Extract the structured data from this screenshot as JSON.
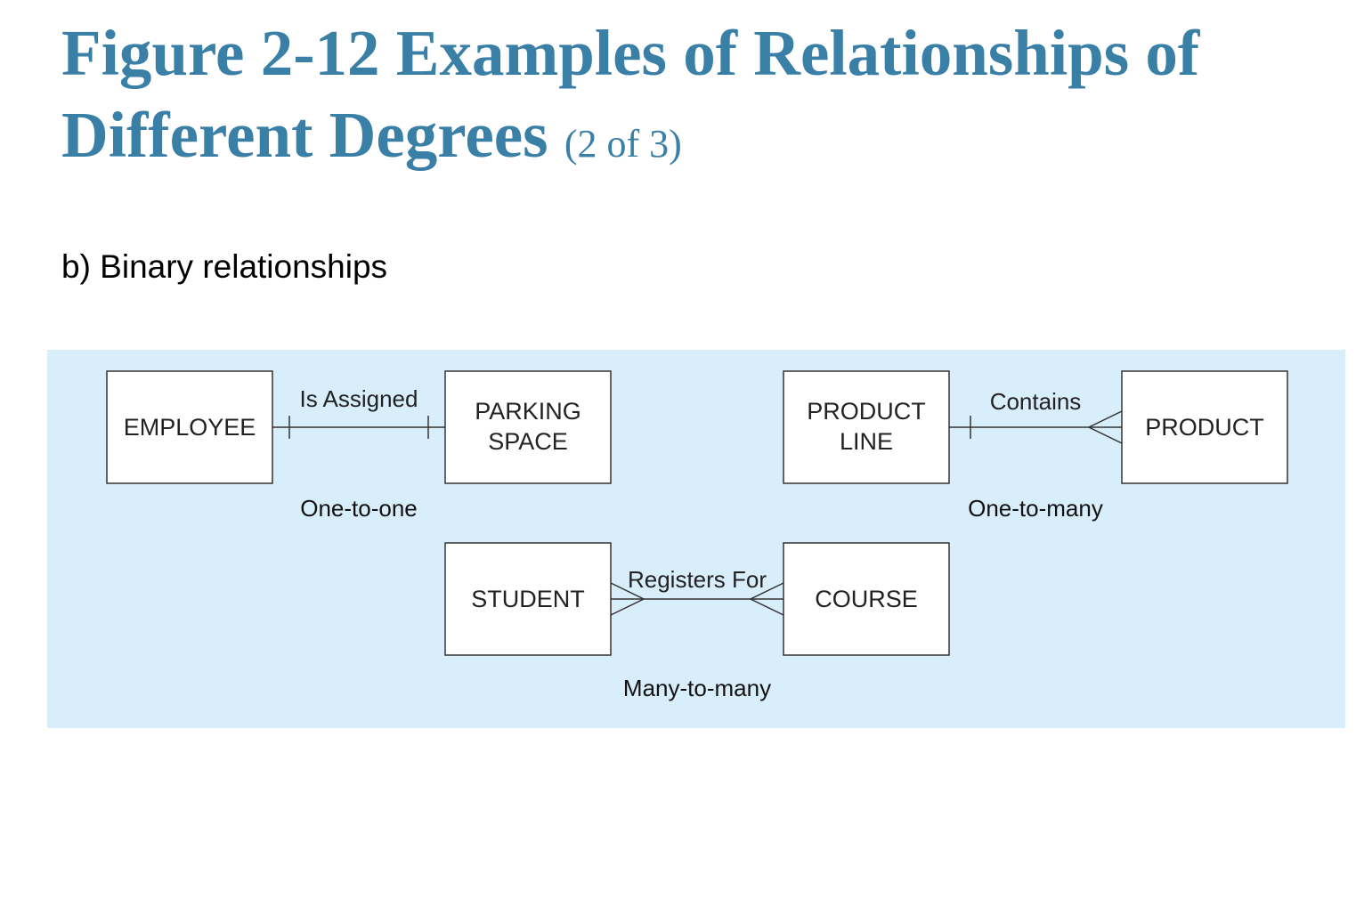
{
  "title": {
    "main": "Figure 2-12 Examples of Relationships of Different Degrees",
    "suffix": "(2 of 3)"
  },
  "subtitle": "b) Binary relationships",
  "diagram": {
    "entities": {
      "employee": [
        "EMPLOYEE"
      ],
      "parking_space": [
        "PARKING",
        "SPACE"
      ],
      "product_line": [
        "PRODUCT",
        "LINE"
      ],
      "product": [
        "PRODUCT"
      ],
      "student": [
        "STUDENT"
      ],
      "course": [
        "COURSE"
      ]
    },
    "relationships": {
      "is_assigned": "Is Assigned",
      "contains": "Contains",
      "registers_for": "Registers For"
    },
    "cardinalities": {
      "one_to_one": "One-to-one",
      "one_to_many": "One-to-many",
      "many_to_many": "Many-to-many"
    }
  }
}
